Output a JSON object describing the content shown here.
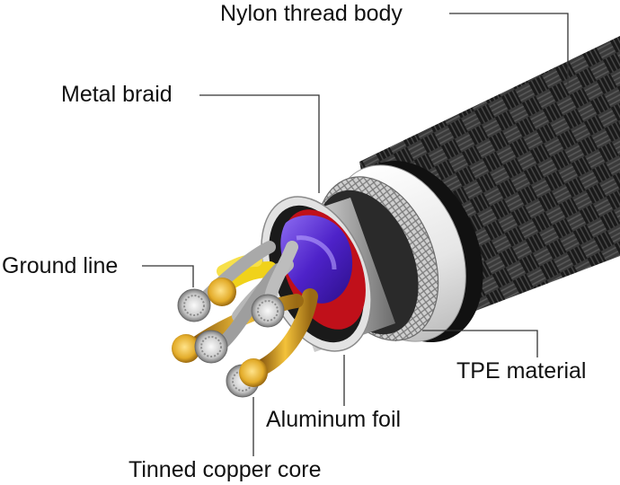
{
  "labels": {
    "nylon": "Nylon thread body",
    "braid": "Metal braid",
    "ground": "Ground line",
    "tpe": "TPE material",
    "foil": "Aluminum foil",
    "copper": "Tinned copper core"
  },
  "colors": {
    "jacket": "#1c1c1c",
    "tpe": "#f2f2f2",
    "braid": "#b8b8b8",
    "foil": "#d6d6d6",
    "purple_core": "#5a2fd0",
    "red_core": "#c0101a",
    "gold_core": "#d9a21e",
    "yellow_core": "#f0d21a",
    "leader_line": "#333333"
  }
}
